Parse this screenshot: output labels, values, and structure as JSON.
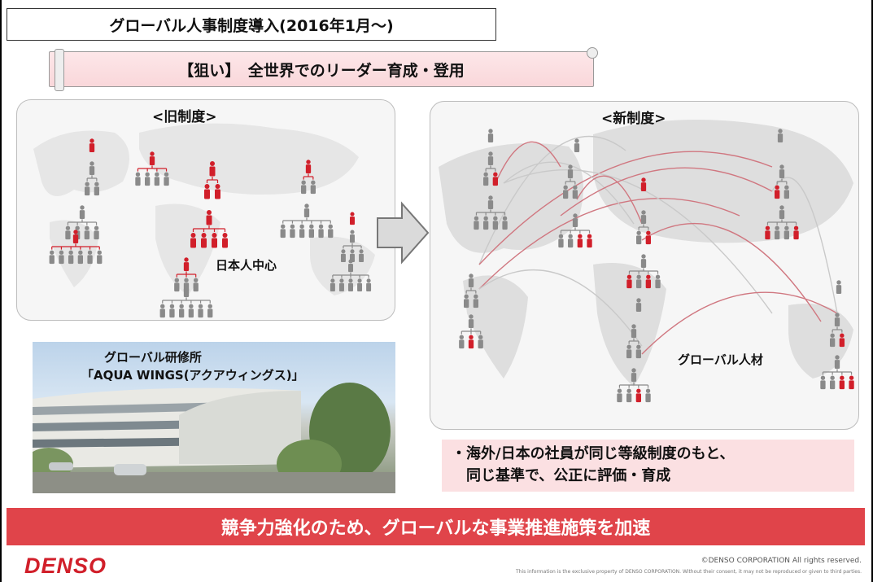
{
  "title": "グローバル人事制度導入(2016年1月～)",
  "aim": "【狙い】　全世界でのリーダー育成・登用",
  "old_system": {
    "label": "<旧制度>",
    "center_label": "日本人中心"
  },
  "new_system": {
    "label": "<新制度>",
    "center_label": "グローバル人材"
  },
  "photo": {
    "caption_line1": "グローバル研修所",
    "caption_line2": "「AQUA WINGS(アクアウィングス)」"
  },
  "bullet": {
    "line1": "・海外/日本の社員が同じ等級制度のもと、",
    "line2": "　同じ基準で、公正に評価・育成"
  },
  "banner": "競争力強化のため、グローバルな事業推進施策を加速",
  "logo": "DENSO",
  "copyright": "©DENSO CORPORATION  All rights reserved.",
  "disclaimer": "This information is the exclusive property of DENSO CORPORATION.  Without their consent, it may not be reproduced or given to third parties.",
  "colors": {
    "accent_red": "#e0444a",
    "person_red": "#d11f2a",
    "person_gray": "#8a8a8a"
  }
}
